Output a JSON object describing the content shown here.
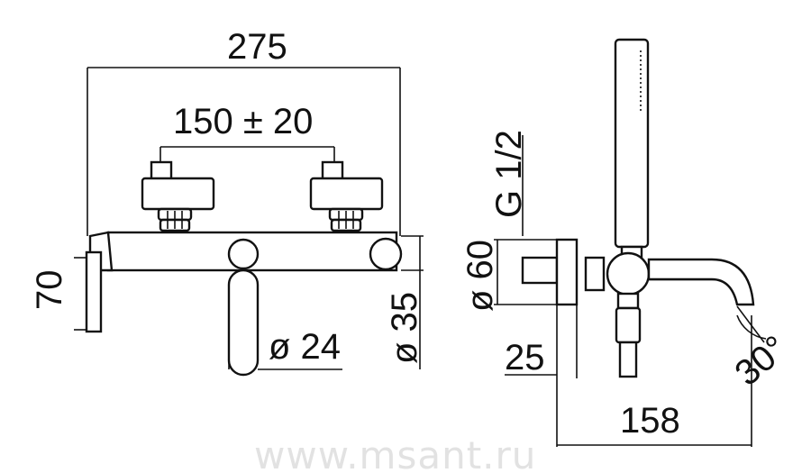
{
  "dimensions": {
    "width_total": "275",
    "handle_spacing": "150 ± 20",
    "height": "70",
    "lever_diameter": "ø 24",
    "outlet_diameter": "ø 35",
    "flange_diameter": "ø 60",
    "thread": "G 1/2",
    "offset": "25",
    "projection": "158",
    "angle": "30°"
  },
  "watermark": "www.msant.ru"
}
